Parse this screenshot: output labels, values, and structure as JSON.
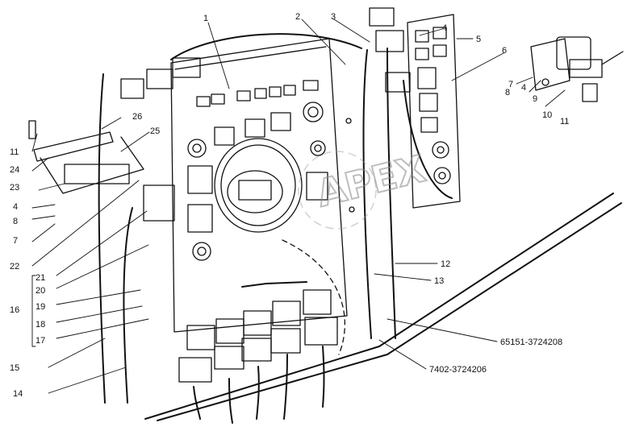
{
  "diagram": {
    "watermark": "APEX",
    "callouts": {
      "n1": "1",
      "n2": "2",
      "n3": "3",
      "n4a": "4",
      "n5": "5",
      "n6": "6",
      "n7a": "7",
      "n8a": "8",
      "n4b": "4",
      "n9": "9",
      "n10": "10",
      "n11a": "11",
      "n11b": "11",
      "n26": "26",
      "n25": "25",
      "n24": "24",
      "n23": "23",
      "n4c": "4",
      "n8b": "8",
      "n7b": "7",
      "n22": "22",
      "n21": "21",
      "n20": "20",
      "n19": "19",
      "n18": "18",
      "n17": "17",
      "n16": "16",
      "n15": "15",
      "n14": "14",
      "n12": "12",
      "n13": "13"
    },
    "part_numbers": {
      "harness_a": "65151-3724208",
      "harness_b": "7402-3724206"
    }
  }
}
